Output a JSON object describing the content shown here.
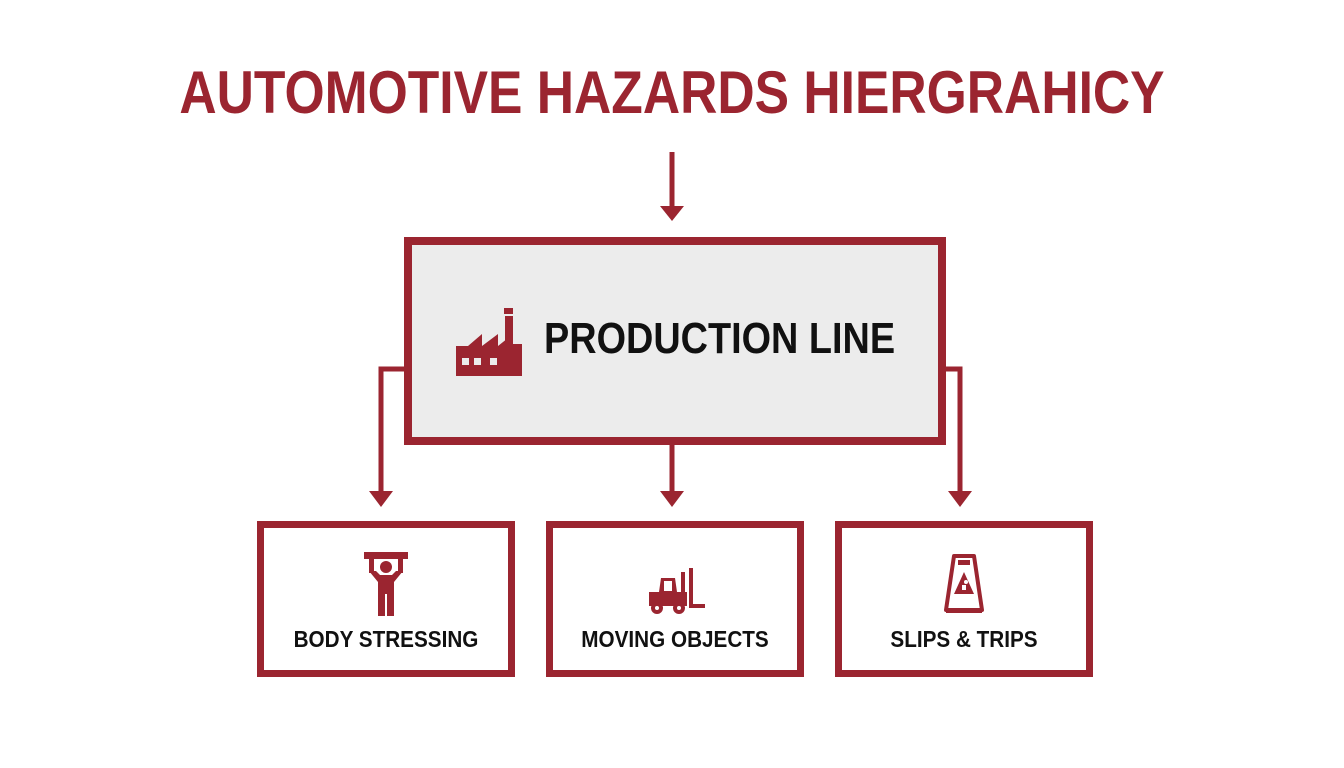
{
  "diagram": {
    "title": "AUTOMOTIVE HAZARDS HIERGRAHICY",
    "root": {
      "label": "PRODUCTION LINE",
      "icon": "factory-icon"
    },
    "children": [
      {
        "label": "BODY STRESSING",
        "icon": "person-lifting-icon"
      },
      {
        "label": "MOVING OBJECTS",
        "icon": "forklift-icon"
      },
      {
        "label": "SLIPS & TRIPS",
        "icon": "wet-floor-sign-icon"
      }
    ],
    "colors": {
      "accent": "#9b2530",
      "text": "#111111",
      "root_fill": "#ececec",
      "background": "#ffffff"
    }
  }
}
